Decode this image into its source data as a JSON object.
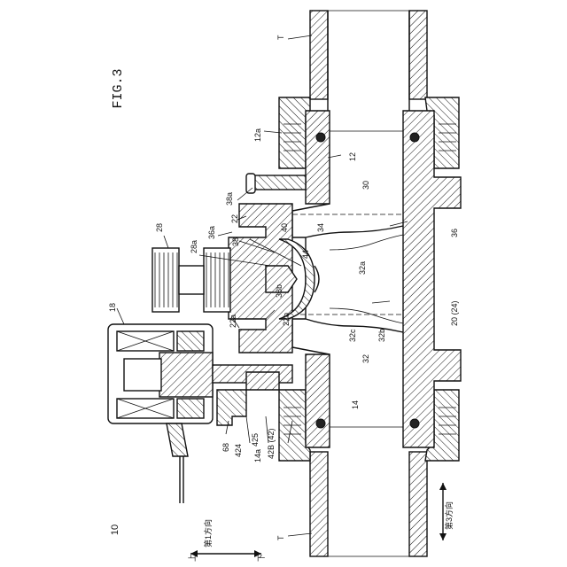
{
  "figure": {
    "title": "FIG.3",
    "ref_number": "10"
  },
  "labels": {
    "T_top": "T",
    "T_bottom": "T",
    "l12a": "12a",
    "l12": "12",
    "l30": "30",
    "l38a": "38a",
    "l22": "22",
    "l40": "40",
    "l34": "34",
    "l36": "36",
    "l36a": "36a",
    "l28": "28",
    "l28a": "28a",
    "l38": "38",
    "l44": "44",
    "l32a": "32a",
    "l38b": "38b",
    "l22a": "22a",
    "l22b": "22b",
    "l20": "20 (24)",
    "l18": "18",
    "l32c": "32c",
    "l32": "32",
    "l32b": "32b",
    "l14": "14",
    "l68": "68",
    "l424": "424",
    "l425": "425",
    "l42b": "42B (42)",
    "l14a": "14a",
    "dir1": "第1方向",
    "dir3": "第3方向",
    "up": "上",
    "down": "下"
  }
}
